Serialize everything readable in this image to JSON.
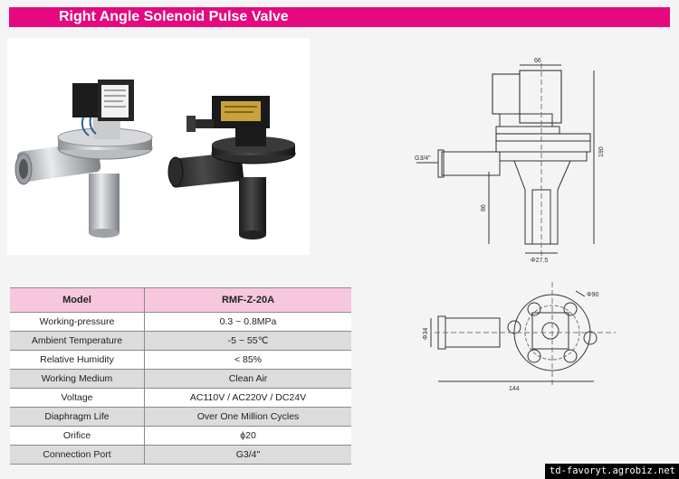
{
  "header": {
    "title": "Right Angle Solenoid Pulse Valve"
  },
  "colors": {
    "brand": "#e5087e",
    "table_header": "#f7c8dd",
    "row_alt": "#dcdcdc"
  },
  "spec_table": {
    "col1_header": "Model",
    "col2_header": "RMF-Z-20A",
    "rows": [
      {
        "label": "Working-pressure",
        "value": "0.3 ~ 0.8MPa"
      },
      {
        "label": "Ambient Temperature",
        "value": "-5 ~ 55℃"
      },
      {
        "label": "Relative Humidity",
        "value": "< 85%"
      },
      {
        "label": "Working Medium",
        "value": "Clean Air"
      },
      {
        "label": "Voltage",
        "value": "AC110V / AC220V / DC24V"
      },
      {
        "label": "Diaphragm Life",
        "value": "Over One Million Cycles"
      },
      {
        "label": "Orifice",
        "value": "ϕ20"
      },
      {
        "label": "Connection Port",
        "value": "G3/4\""
      }
    ]
  },
  "drawing": {
    "side_view": {
      "dim_coil": "66",
      "dim_height_total": "190",
      "dim_height_lower": "86",
      "dim_nozzle": "Φ27.5",
      "port_label": "G3/4\""
    },
    "top_view": {
      "dim_flange": "Φ90",
      "dim_port": "Φ34",
      "dim_length": "144"
    }
  },
  "watermark": {
    "text": "td-favoryt.agrobiz.net"
  }
}
